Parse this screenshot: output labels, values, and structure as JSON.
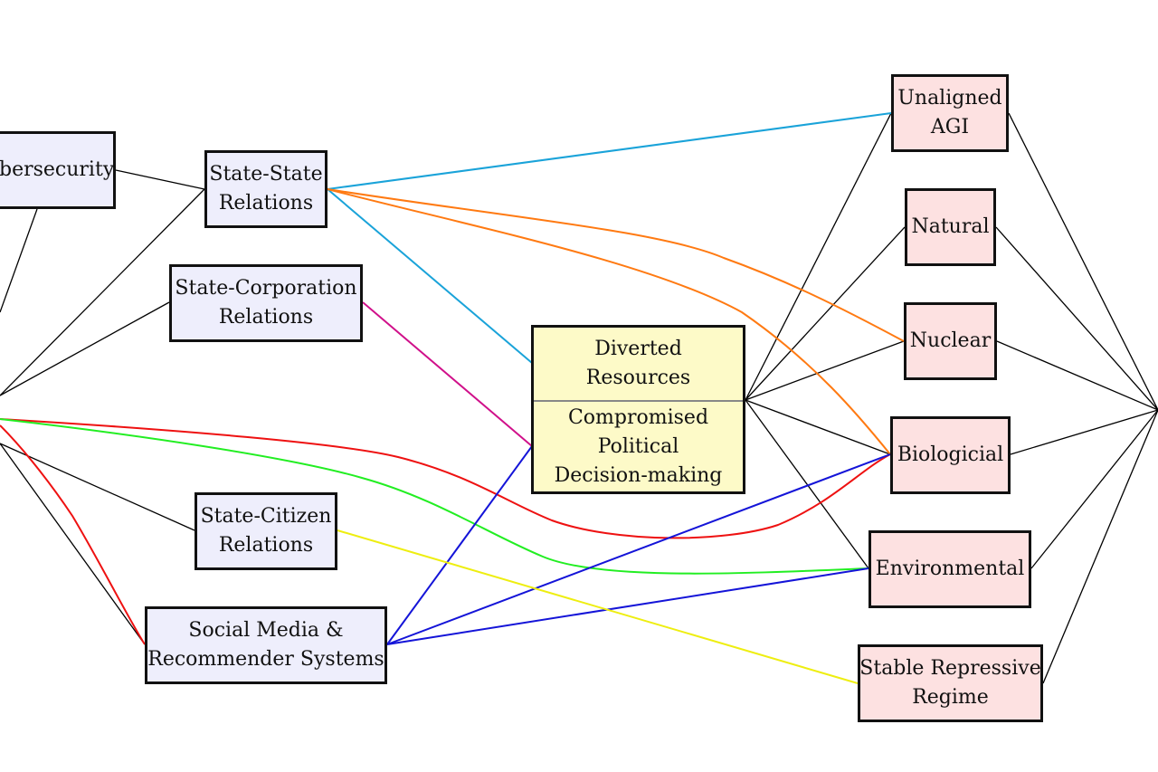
{
  "nodes": {
    "cybersecurity": "bersecurity",
    "state_state": [
      "State-State",
      "Relations"
    ],
    "state_corporation": [
      "State-Corporation",
      "Relations"
    ],
    "state_citizen": [
      "State-Citizen",
      "Relations"
    ],
    "social_media": [
      "Social Media &",
      "Recommender Systems"
    ],
    "diverted_resources": [
      "Diverted",
      "Resources"
    ],
    "compromised_political": [
      "Compromised",
      "Political",
      "Decision-making"
    ],
    "unaligned_agi": [
      "Unaligned",
      "AGI"
    ],
    "natural": "Natural",
    "nuclear": "Nuclear",
    "biological": "Biologicial",
    "environmental": "Environmental",
    "stable_repressive": [
      "Stable Repressive",
      "Regime"
    ]
  },
  "colors": {
    "left_node_fill": "#eeeefc",
    "right_node_fill": "#fde1e1",
    "middle_node_fill": "#fdfac8",
    "edge_default": "#000000",
    "edge_cyan": "#1aa3d9",
    "edge_orange": "#ff7a12",
    "edge_magenta": "#d0108a",
    "edge_red": "#ee1111",
    "edge_green": "#22ee22",
    "edge_blue": "#1414d8",
    "edge_yellow": "#eeee10"
  }
}
